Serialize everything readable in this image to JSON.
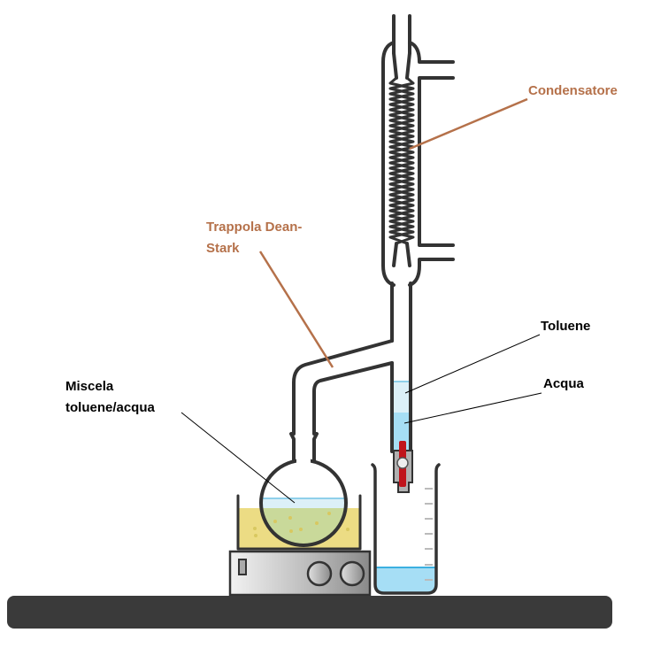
{
  "labels": {
    "condenser": "Condensatore",
    "trap_line1": "Trappola Dean-",
    "trap_line2": "Stark",
    "toluene": "Toluene",
    "water": "Acqua",
    "mixture_line1": "Miscela",
    "mixture_line2": "toluene/acqua"
  },
  "colors": {
    "label_accent": "#b5714a",
    "glass_outline": "#333333",
    "toluene_layer": "#dcf0f8",
    "water_layer": "#a6def5",
    "bath_oil": "#ecdc84",
    "flask_mixture": "#c9d99a",
    "stopcock_handle": "#c0141b",
    "bench": "#3a3a3a"
  }
}
